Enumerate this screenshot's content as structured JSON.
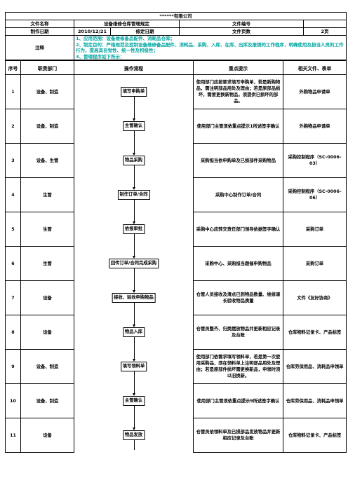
{
  "header": {
    "company": "******有限公司",
    "doc_name_label": "文件名称",
    "doc_name": "设备维修仓库管理规定",
    "doc_no_label": "文件编号",
    "doc_no": "",
    "date_label": "制作日期",
    "date": "2010/12/21",
    "rev_label": "修定日期",
    "rev": "",
    "pages_label": "文件页数",
    "pages": "2页"
  },
  "notes": {
    "label": "注释",
    "lines": [
      "1、应用范围：设备维修备品配件、消耗品仓库；",
      "2、制定目的：严格规范及控制设备维修备品配件、消耗品，采购、入库、在库、出库及报销的工作程序，明确使用及担当人员的工作行为，提高其自觉性、统一性及积极性；",
      "3、管理程序如下所示："
    ]
  },
  "columns": [
    "序号",
    "职责部门",
    "操作流程",
    "重点提示",
    "相关文件、表单"
  ],
  "rows": [
    {
      "no": "1",
      "dept": "设备、制造",
      "step": "填写申购单",
      "key": "使用部门应按要求填写申购单，若是新购物品，需注明部品用处及理由；若是原部品损坏，需要更换新物品，须提供已损坏的部品。",
      "docs": "外购物品申请单"
    },
    {
      "no": "2",
      "dept": "设备、制造",
      "step": "主管确认",
      "key": "使用部门主管须依重点提示1所述签字确认",
      "docs": "外购物品申请单"
    },
    {
      "no": "3",
      "dept": "设备、生管",
      "step": "物品采购",
      "key": "采购担当依申购单及已损部件采购物品",
      "docs": "采购控制程序（SC-0006-03）"
    },
    {
      "no": "4",
      "dept": "生管",
      "step": "制作订单/合同",
      "key": "采购中心制作订单/合同",
      "docs": "采购控制程序（SC-0006-06）"
    },
    {
      "no": "5",
      "dept": "生管",
      "step": "依报审批",
      "key": "采购中心应转交责任部门领导依据签字确认",
      "docs": "采购订单"
    },
    {
      "no": "6",
      "dept": "生管",
      "step": "回传订单/合同完成采购",
      "key": "采购中心、采购担当跟催申购物品",
      "docs": "采购订单"
    },
    {
      "no": "7",
      "dept": "设备",
      "step": "接收、验收申购物品",
      "key": "仓管人员接收及清点已到物品数量、维修课长验收物品质量",
      "docs": "文件《友好协商》"
    },
    {
      "no": "8",
      "dept": "设备",
      "step": "物品入库",
      "key": "仓管员整齐、归类摆放物品并更新相应记录及台账",
      "docs": "仓库物料记录卡、产品标签"
    },
    {
      "no": "9",
      "dept": "设备、制造",
      "step": "填写领料单",
      "key": "使用部门依需求填写领料单，若是第一次使用采购品，须在领料单上注明部品用处及理由；若是原部件损坏需更换新品，申领时须以旧换新。",
      "docs": "仓库劳保用品、消耗品申领单"
    },
    {
      "no": "10",
      "dept": "设备、制造",
      "step": "主管确认",
      "key": "使用部门主管须依重点提示9所述签字确认",
      "docs": "仓库劳保用品、消耗品申领单"
    },
    {
      "no": "11",
      "dept": "设备",
      "step": "物品发放",
      "key": "仓管员依领料单及已损部品发放物品并更新相应记录及台账",
      "docs": "仓库物料记录卡、产品标签"
    }
  ]
}
